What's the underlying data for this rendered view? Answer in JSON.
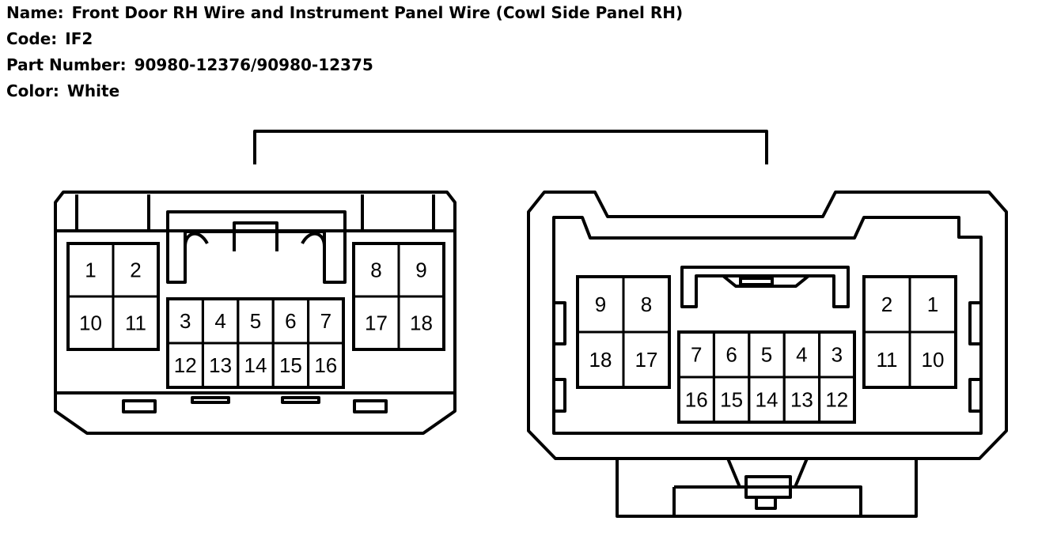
{
  "info": {
    "name_label": "Name:",
    "name_value": "Front Door RH Wire and Instrument Panel Wire (Cowl Side Panel RH)",
    "code_label": "Code:",
    "code_value": "IF2",
    "part_label": "Part Number:",
    "part_value": "90980-12376/90980-12375",
    "color_label": "Color:",
    "color_value": "White"
  },
  "left_connector": {
    "left_block": [
      [
        "1",
        "2"
      ],
      [
        "10",
        "11"
      ]
    ],
    "center_block": [
      [
        "3",
        "4",
        "5",
        "6",
        "7"
      ],
      [
        "12",
        "13",
        "14",
        "15",
        "16"
      ]
    ],
    "right_block": [
      [
        "8",
        "9"
      ],
      [
        "17",
        "18"
      ]
    ]
  },
  "right_connector": {
    "left_block": [
      [
        "9",
        "8"
      ],
      [
        "18",
        "17"
      ]
    ],
    "center_block": [
      [
        "7",
        "6",
        "5",
        "4",
        "3"
      ],
      [
        "16",
        "15",
        "14",
        "13",
        "12"
      ]
    ],
    "right_block": [
      [
        "2",
        "1"
      ],
      [
        "11",
        "10"
      ]
    ]
  }
}
